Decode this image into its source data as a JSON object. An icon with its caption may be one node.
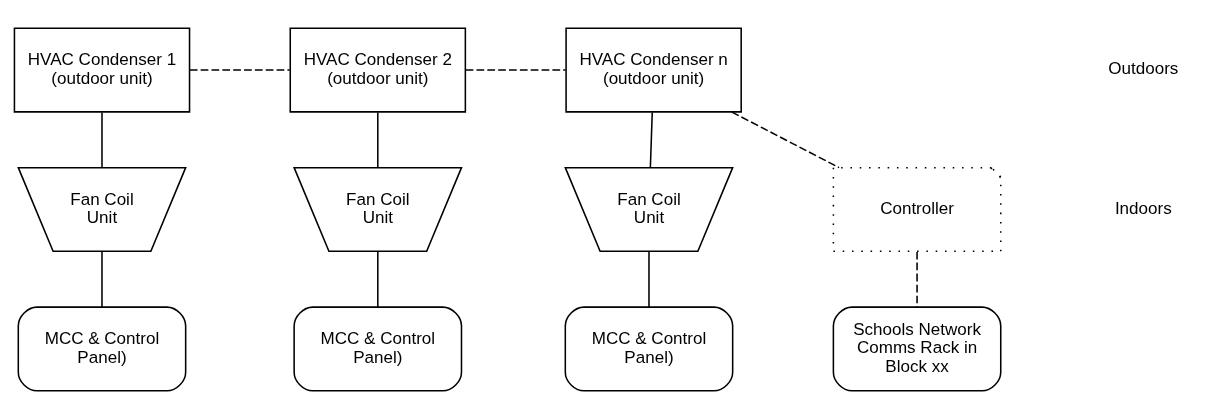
{
  "diagram": {
    "nodes": [
      {
        "text": [
          "HVAC Condenser 1 (outdoor unit)"
        ]
      },
      {
        "text": [
          "HVAC Condenser 2 (outdoor unit)"
        ]
      },
      {
        "text": [
          "HVAC Condenser n (outdoor unit)"
        ]
      },
      {
        "text": [
          "Fan Coil Unit"
        ]
      },
      {
        "text": [
          "Fan Coil Unit"
        ]
      },
      {
        "text": [
          "Fan Coil Unit"
        ]
      },
      {
        "text": [
          "Controller"
        ]
      },
      {
        "text": [
          "MCC & Control Panel)"
        ]
      },
      {
        "text": [
          "MCC & Control Panel)"
        ]
      },
      {
        "text": [
          "MCC & Control Panel)"
        ]
      },
      {
        "text": [
          "Schools Network Comms Rack in Block xx"
        ]
      }
    ],
    "edges": [
      {
        "from": 0,
        "to": 1,
        "arrow": "none",
        "style": "dashed"
      },
      {
        "from": 1,
        "to": 2,
        "arrow": "none",
        "style": "dashed"
      },
      {
        "from": 2,
        "to": 6,
        "arrow": "none",
        "style": "dashed"
      },
      {
        "from": 0,
        "to": 3,
        "arrow": "none"
      },
      {
        "from": 1,
        "to": 4,
        "arrow": "none"
      },
      {
        "from": 2,
        "to": 5,
        "arrow": "none"
      },
      {
        "from": 3,
        "to": 7,
        "arrow": "none"
      },
      {
        "from": 4,
        "to": 8,
        "arrow": "none"
      },
      {
        "from": 5,
        "to": 9,
        "arrow": "none"
      },
      {
        "from": 6,
        "to": 10,
        "arrow": "none",
        "style": "dashed"
      }
    ],
    "labels": [
      "Outdoors",
      "Indoors"
    ]
  }
}
